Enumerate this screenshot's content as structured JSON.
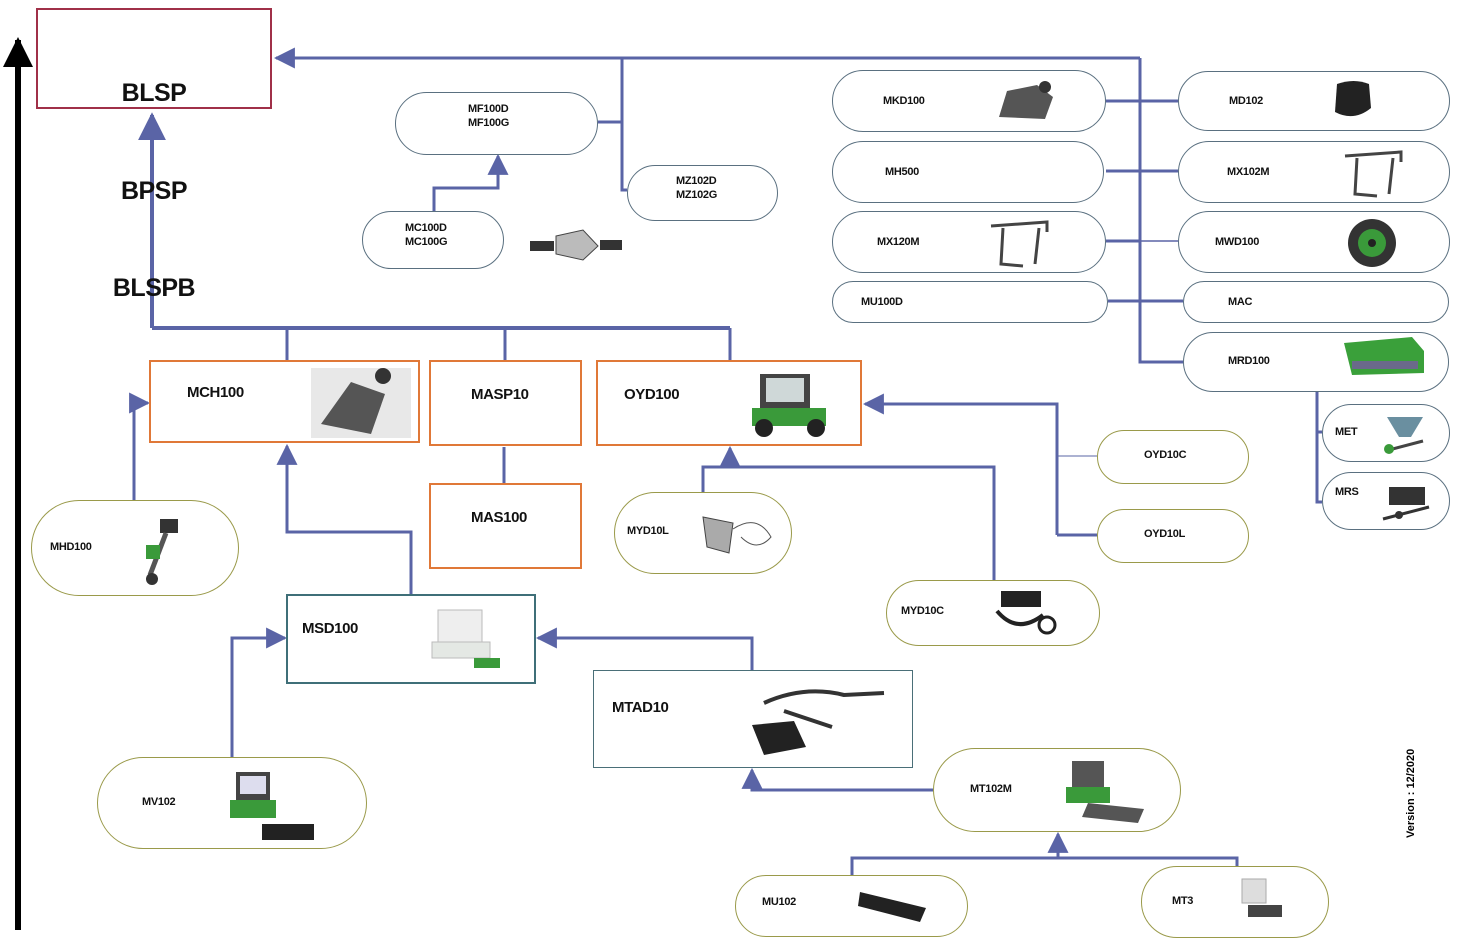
{
  "root": {
    "lines": [
      "BLSP",
      "BPSP",
      "BLSPB"
    ]
  },
  "nodes": {
    "mf": "MF100D\nMF100G",
    "mc": "MC100D\nMC100G",
    "mz": "MZ102D\nMZ102G",
    "mch": "MCH100",
    "masp": "MASP10",
    "oyd": "OYD100",
    "mas": "MAS100",
    "mhd": "MHD100",
    "msd": "MSD100",
    "mtad": "MTAD10",
    "mv": "MV102",
    "myd": "MYD10L",
    "mydc": "MYD10C",
    "oydc": "OYD10C",
    "oydl": "OYD10L",
    "mt102": "MT102M",
    "mu102": "MU102",
    "mt3": "MT3",
    "mkd": "MKD100",
    "mh": "MH500",
    "mx120": "MX120M",
    "mu100": "MU100D",
    "md102": "MD102",
    "mx102": "MX102M",
    "mw": "MWD100",
    "mac": "MAC",
    "mrd": "MRD100",
    "met": "MET",
    "mrs": "MRS"
  },
  "version": "Version : 12/2020",
  "colors": {
    "connector": "#5a64a6",
    "orange": "#e07838",
    "root": "#a03048",
    "olive": "#9a9a4a"
  },
  "icons": [
    "seat-icon",
    "frame-icon",
    "wheel-icon",
    "vehicle-icon",
    "machine-icon",
    "spreader-icon"
  ]
}
